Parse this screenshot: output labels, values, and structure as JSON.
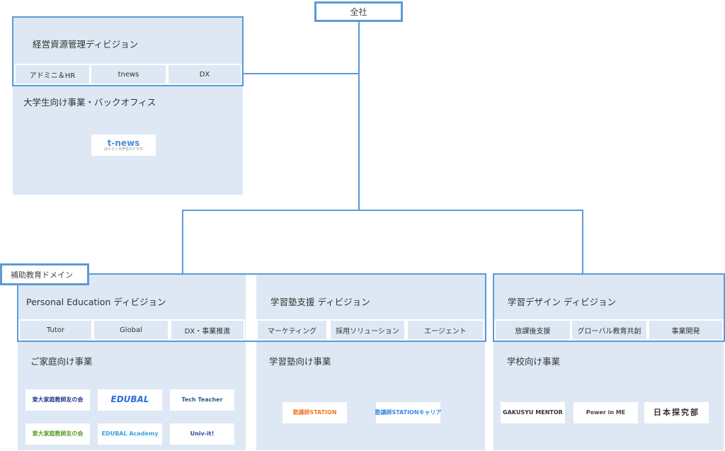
{
  "root": {
    "label": "全社"
  },
  "management": {
    "title": "経営資源管理ディビジョン",
    "units": [
      "アドミニ＆HR",
      "tnews",
      "DX"
    ],
    "business": "大学生向け事業・バックオフィス",
    "logos": [
      {
        "text": "t-news",
        "sub": "はたらく大学生のミカタ",
        "color": "#4a8fd6"
      }
    ]
  },
  "domain": {
    "label": "補助教育ドメイン"
  },
  "divisions": [
    {
      "title": "Personal Education ディビジョン",
      "units": [
        "Tutor",
        "Global",
        "DX・事業推進"
      ],
      "business": "ご家庭向け事業",
      "logos": [
        {
          "text": "東大家庭教師友の会",
          "sub": "",
          "color": "#2a3a8c"
        },
        {
          "text": "EDUBAL",
          "sub": "",
          "color": "#2a6fd6"
        },
        {
          "text": "Tech Teacher",
          "sub": "",
          "color": "#2a5a8c"
        },
        {
          "text": "東大家庭教師友の会",
          "sub": "",
          "color": "#5aa02c"
        },
        {
          "text": "EDUBAL Academy",
          "sub": "",
          "color": "#3aa0e0"
        },
        {
          "text": "Univ-it!",
          "sub": "",
          "color": "#2a4a9c"
        }
      ]
    },
    {
      "title": "学習塾支援 ディビジョン",
      "units": [
        "マーケティング",
        "採用ソリューション",
        "エージェント"
      ],
      "business": "学習塾向け事業",
      "logos": [
        {
          "text": "塾講師STATION",
          "sub": "",
          "color": "#f07a2a"
        },
        {
          "text": "塾講師STATIONキャリア",
          "sub": "",
          "color": "#3a8ae0"
        }
      ]
    },
    {
      "title": "学習デザイン ディビジョン",
      "units": [
        "放課後支援",
        "グローバル教育共創",
        "事業開発"
      ],
      "business": "学校向け事業",
      "logos": [
        {
          "text": "GAKUSYU MENTOR",
          "sub": "",
          "color": "#333333"
        },
        {
          "text": "Power in ME",
          "sub": "",
          "color": "#444444"
        },
        {
          "text": "日本探究部",
          "sub": "",
          "color": "#333333"
        }
      ]
    }
  ],
  "colors": {
    "accent": "#5b9bd5",
    "panel": "#dde8f4"
  }
}
